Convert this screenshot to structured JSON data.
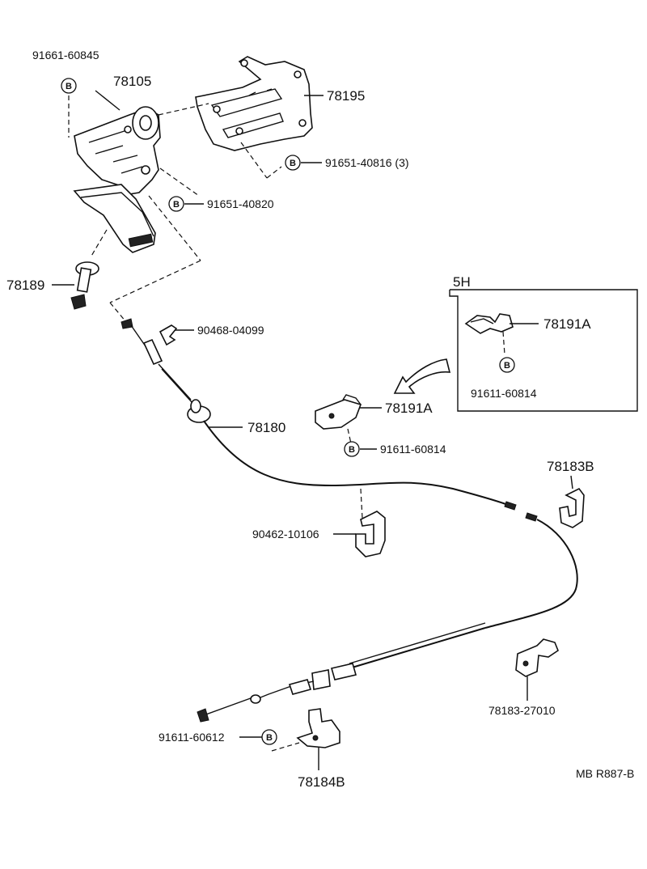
{
  "labels": {
    "p91661_60845": "91661-60845",
    "p78105": "78105",
    "p78195": "78195",
    "p91651_40816": "91651-40816 (3)",
    "p91651_40820": "91651-40820",
    "p78189": "78189",
    "p90468_04099": "90468-04099",
    "p78180": "78180",
    "p78191A_main": "78191A",
    "p91611_60814_main": "91611-60814",
    "inset_title": "5H",
    "p78191A_inset": "78191A",
    "p91611_60814_inset": "91611-60814",
    "p78183B": "78183B",
    "p90462_10106": "90462-10106",
    "p78183_27010": "78183-27010",
    "p91611_60612": "91611-60612",
    "p78184B": "78184B",
    "code": "MB  R887-B"
  },
  "bolt_marker": "B",
  "colors": {
    "ink": "#111111",
    "paper": "#ffffff"
  }
}
